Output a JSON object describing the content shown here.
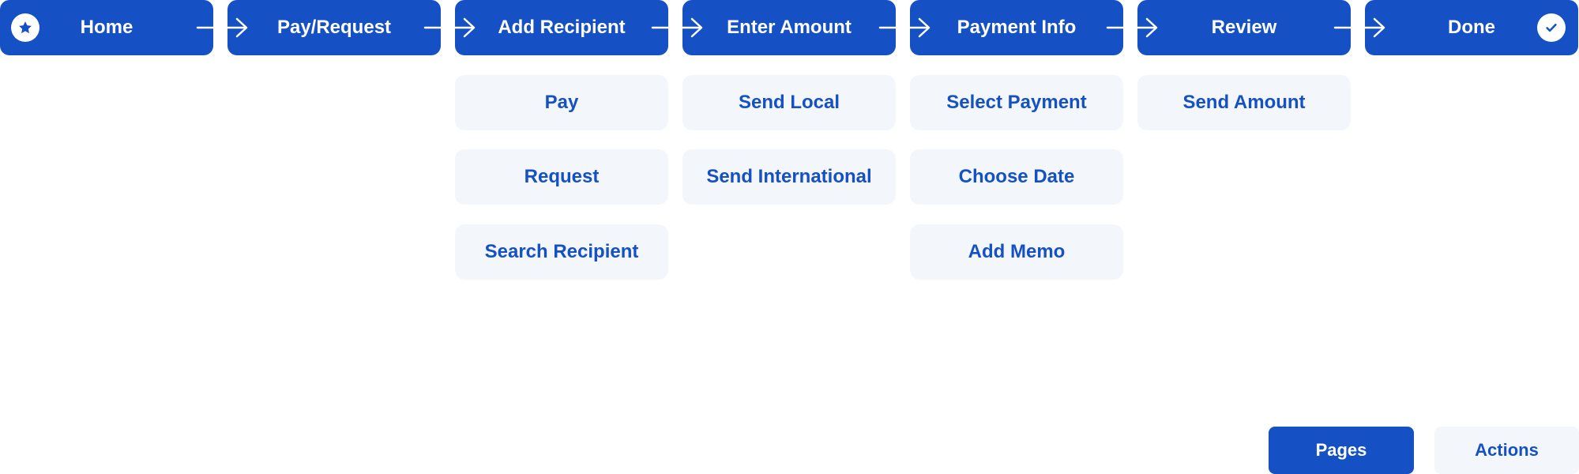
{
  "colors": {
    "page_fill": "#1550c4",
    "action_fill": "#f3f7fc",
    "page_text": "#ffffff",
    "action_text": "#1550c4",
    "connector": "#ffffff"
  },
  "steps": [
    {
      "label": "Home",
      "icon": "star-icon"
    },
    {
      "label": "Pay/Request"
    },
    {
      "label": "Add Recipient"
    },
    {
      "label": "Enter Amount"
    },
    {
      "label": "Payment Info"
    },
    {
      "label": "Review"
    },
    {
      "label": "Done",
      "icon": "check-icon"
    }
  ],
  "actions": {
    "add_recipient": [
      "Pay",
      "Request",
      "Search Recipient"
    ],
    "enter_amount": [
      "Send Local",
      "Send International"
    ],
    "payment_info": [
      "Select Payment",
      "Choose Date",
      "Add Memo"
    ],
    "review": [
      "Send Amount"
    ]
  },
  "legend": {
    "pages": "Pages",
    "actions": "Actions"
  }
}
